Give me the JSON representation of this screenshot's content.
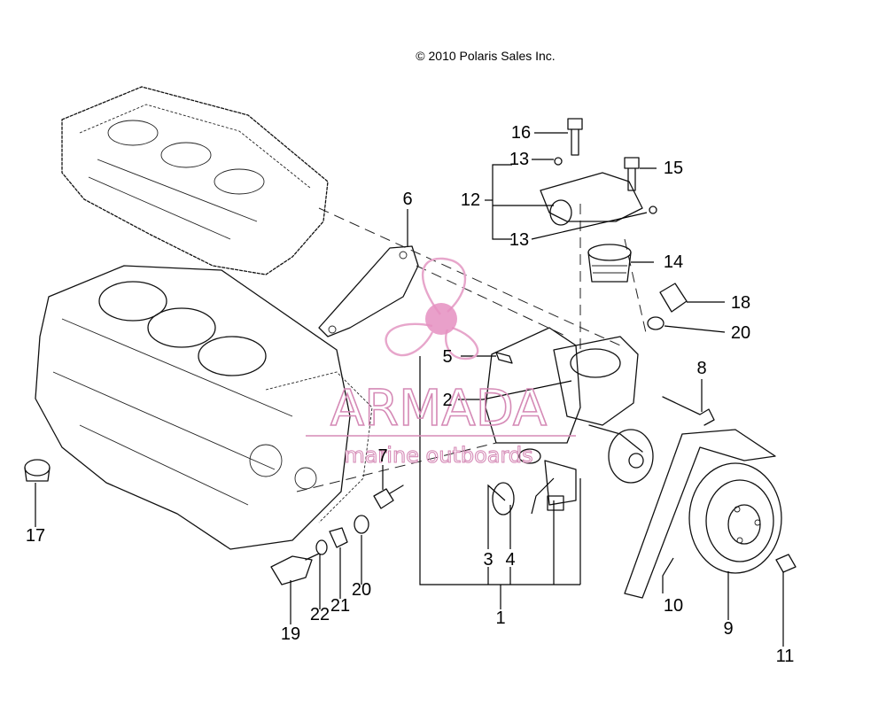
{
  "copyright": "© 2010 Polaris Sales Inc.",
  "watermark": {
    "brand": "ARMADA",
    "tagline": "marine outboards",
    "color": "#d58ab6"
  },
  "callouts": [
    "1",
    "2",
    "3",
    "4",
    "5",
    "6",
    "7",
    "8",
    "9",
    "10",
    "11",
    "12",
    "13",
    "13",
    "14",
    "15",
    "16",
    "17",
    "18",
    "19",
    "20",
    "20",
    "21",
    "22"
  ]
}
